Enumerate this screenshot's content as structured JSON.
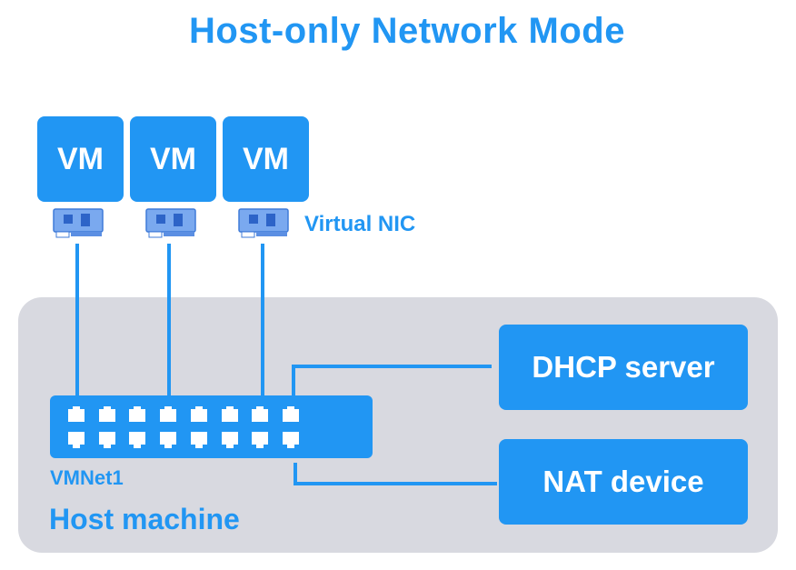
{
  "title": "Host-only Network Mode",
  "vms": [
    {
      "label": "VM"
    },
    {
      "label": "VM"
    },
    {
      "label": "VM"
    }
  ],
  "virtual_nic_label": "Virtual NIC",
  "switch": {
    "label": "VMNet1",
    "ports_per_row": 8,
    "rows": 2
  },
  "host_label": "Host machine",
  "services": [
    {
      "label": "DHCP server"
    },
    {
      "label": "NAT device"
    }
  ],
  "colors": {
    "accent": "#2196f3",
    "host_background": "#d8d9e0",
    "text_on_accent": "#ffffff"
  }
}
